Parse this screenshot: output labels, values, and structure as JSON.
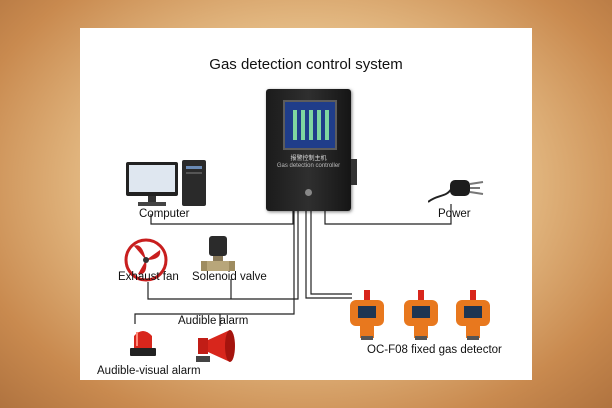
{
  "title": "Gas detection control system",
  "controller": {
    "label_cn": "报警控制主机",
    "label_en": "Gas detection controller"
  },
  "devices": {
    "computer": "Computer",
    "power": "Power",
    "exhaust_fan": "Exhaust fan",
    "solenoid_valve": "Solenoid valve",
    "audible_alarm": "Audible alarm",
    "audible_visual_alarm": "Audible-visual alarm",
    "gas_detector": "OC-F08 fixed gas detector"
  },
  "colors": {
    "wire": "#222222",
    "detector_body": "#e8781e",
    "alarm_red": "#d8261c",
    "screen_blue": "#1f3d8a"
  }
}
